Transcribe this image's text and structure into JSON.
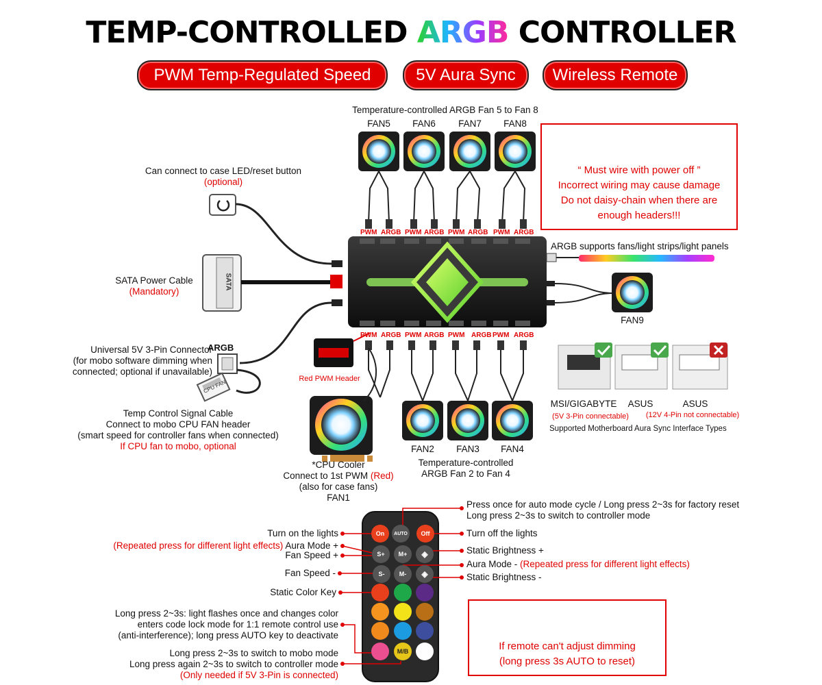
{
  "title": {
    "part1": "TEMP-CONTROLLED ",
    "part2": "ARGB",
    "part3": " CONTROLLER"
  },
  "pills": [
    "PWM Temp-Regulated Speed",
    "5V Aura Sync",
    "Wireless Remote"
  ],
  "top_fans": {
    "caption": "Temperature-controlled ARGB Fan 5 to Fan 8",
    "names": [
      "FAN5",
      "FAN6",
      "FAN7",
      "FAN8"
    ]
  },
  "bottom_fans": {
    "names": [
      "FAN2",
      "FAN3",
      "FAN4"
    ],
    "caption1": "Temperature-controlled",
    "caption2": "ARGB Fan 2 to Fan 4"
  },
  "header_labels": {
    "pwm": "PWM",
    "argb": "ARGB"
  },
  "warning_top": {
    "line1": "“ Must wire with power off ”",
    "line2": "Incorrect wiring may cause damage",
    "line3": "Do not daisy-chain when there are",
    "line4": "enough headers!!!"
  },
  "led_reset": {
    "line1": "Can connect to case LED/reset button",
    "line2": "(optional)"
  },
  "sata": {
    "line1": "SATA Power Cable",
    "line2": "(Mandatory)",
    "plug_text": "SATA"
  },
  "argb_connector": {
    "tag": "ARGB",
    "line1": "Universal 5V 3-Pin Connector",
    "line2": "(for mobo software dimming when",
    "line3": "connected; optional if unavailable)"
  },
  "cpu_fan_plug": "CPU FAN",
  "red_pwm_header": "Red PWM Header",
  "temp_signal": {
    "line1": "Temp Control Signal Cable",
    "line2": "Connect to mobo CPU FAN header",
    "line3": "(smart speed for controller fans when connected)",
    "line4": "If CPU fan to mobo, optional"
  },
  "cpu_cooler": {
    "line1": "*CPU Cooler",
    "line2a": "Connect to 1st PWM ",
    "line2b": "(Red)",
    "line3": "(also for case fans)",
    "line4": "FAN1"
  },
  "argb_supports": "ARGB supports fans/light strips/light panels",
  "fan9": "FAN9",
  "mobo_types": [
    {
      "name": "MSI/GIGABYTE",
      "note": "(5V 3-Pin connectable)",
      "ok": true
    },
    {
      "name": "ASUS",
      "note": "",
      "ok": true
    },
    {
      "name": "ASUS",
      "note": "(12V 4-Pin not connectable)",
      "ok": false
    }
  ],
  "mobo_caption": "Supported Motherboard Aura Sync Interface Types",
  "remote": {
    "buttons": {
      "on": "On",
      "auto": "AUTO",
      "off": "Off",
      "splus": "S+",
      "mplus": "M+",
      "sminus": "S-",
      "mminus": "M-",
      "mb": "M/B"
    },
    "colors": [
      "#e8401c",
      "#1fa84a",
      "#5b2a86",
      "#f5951f",
      "#f2e21a",
      "#b86f15",
      "#f08a1d",
      "#1c9be0",
      "#3d4e9e",
      "#ec4f8f",
      "#e6c619",
      "#ffffff"
    ]
  },
  "remote_labels": {
    "auto1": "Press once for auto mode cycle / Long press 2~3s for factory reset",
    "auto2": "Long press 2~3s to switch to controller mode",
    "on": "Turn on the lights",
    "off": "Turn off the lights",
    "aura_plus_note": "(Repeated press for different light effects)",
    "aura_plus": "Aura Mode +",
    "fan_plus": "Fan Speed +",
    "bright_plus": "Static Brightness +",
    "fan_minus": "Fan Speed -",
    "aura_minus": "Aura Mode - ",
    "aura_minus_note": "(Repeated press for different light effects)",
    "bright_minus": "Static Brightness -",
    "static_color": "Static Color Key",
    "long1": "Long press 2~3s: light flashes once and changes color",
    "long2": "enters code lock mode for 1:1 remote control use",
    "long3": "(anti-interference); long press AUTO key to deactivate",
    "mb1": "Long press 2~3s to switch to mobo mode",
    "mb2": "Long press again 2~3s to switch to controller mode",
    "mb3": "(Only needed if 5V 3-Pin is connected)"
  },
  "warning_bottom": {
    "line1": "If remote can't adjust dimming",
    "line2": "(long press 3s AUTO to reset)"
  }
}
